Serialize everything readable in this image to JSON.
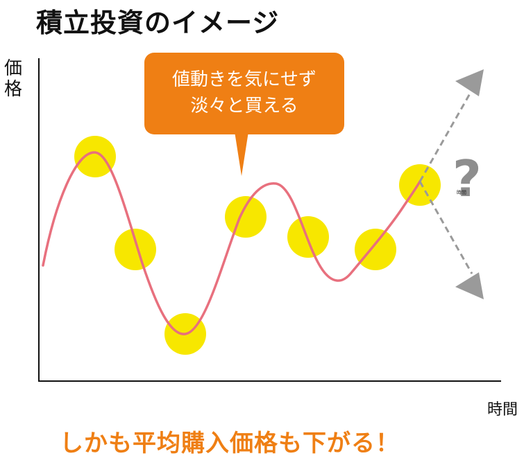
{
  "title": "積立投資のイメージ",
  "axes": {
    "y_label": "価格",
    "x_label": "時間"
  },
  "callout": {
    "line1": "値動きを気にせず",
    "line2": "淡々と買える"
  },
  "future": {
    "symbol": "?",
    "small_label": "時間"
  },
  "footer": "しかも平均購入価格も下がる！",
  "colors": {
    "accent_orange": "#ef7f14",
    "price_line": "#e8707e",
    "purchase_dot": "#f7e700",
    "future_arrow": "#9a9a9a",
    "axis": "#111111"
  },
  "icons": {
    "up_arrow": "arrow-up-right-icon",
    "down_arrow": "arrow-down-right-icon"
  }
}
